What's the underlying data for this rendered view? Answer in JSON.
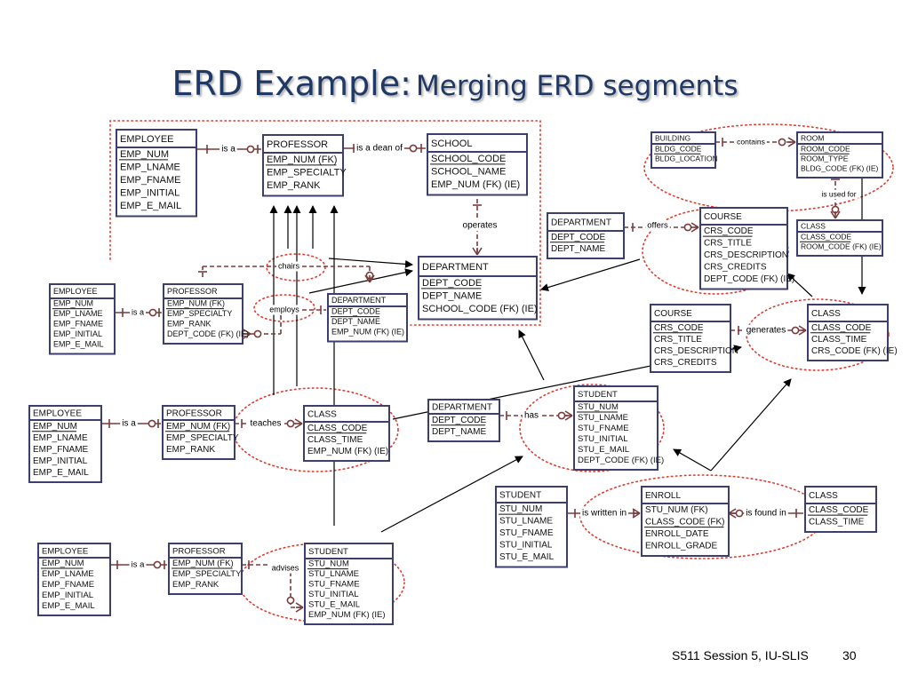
{
  "title": {
    "main": "ERD Example:",
    "sub": "Merging ERD segments"
  },
  "footer": {
    "source": "S511 Session 5, IU-SLIS",
    "page": "30"
  },
  "colors": {
    "entity_border": "#3c3f6e",
    "relationship": "#7a3b3b",
    "ellipse": "#e03a2e",
    "title": "#1f3864"
  },
  "entities": [
    {
      "id": "e_emp_top",
      "name": "EMPLOYEE",
      "attrs": [
        "EMP_NUM",
        "EMP_LNAME",
        "EMP_FNAME",
        "EMP_INITIAL",
        "EMP_E_MAIL"
      ],
      "pk": 1
    },
    {
      "id": "e_prof_top",
      "name": "PROFESSOR",
      "attrs": [
        "EMP_NUM (FK)",
        "EMP_SPECIALTY",
        "EMP_RANK"
      ],
      "pk": 1
    },
    {
      "id": "e_school",
      "name": "SCHOOL",
      "attrs": [
        "SCHOOL_CODE",
        "SCHOOL_NAME",
        "EMP_NUM (FK) (IE)"
      ],
      "pk": 1
    },
    {
      "id": "e_dept_main",
      "name": "DEPARTMENT",
      "attrs": [
        "DEPT_CODE",
        "DEPT_NAME",
        "SCHOOL_CODE (FK) (IE)"
      ],
      "pk": 1
    },
    {
      "id": "e_emp_2",
      "name": "EMPLOYEE",
      "attrs": [
        "EMP_NUM",
        "EMP_LNAME",
        "EMP_FNAME",
        "EMP_INITIAL",
        "EMP_E_MAIL"
      ],
      "pk": 1
    },
    {
      "id": "e_prof_2",
      "name": "PROFESSOR",
      "attrs": [
        "EMP_NUM (FK)",
        "EMP_SPECIALTY",
        "EMP_RANK",
        "DEPT_CODE (FK) (IE)"
      ],
      "pk": 1
    },
    {
      "id": "e_dept_small",
      "name": "DEPARTMENT",
      "attrs": [
        "DEPT_CODE",
        "DEPT_NAME",
        "EMP_NUM (FK) (IE)"
      ],
      "pk": 1
    },
    {
      "id": "e_emp_3",
      "name": "EMPLOYEE",
      "attrs": [
        "EMP_NUM",
        "EMP_LNAME",
        "EMP_FNAME",
        "EMP_INITIAL",
        "EMP_E_MAIL"
      ],
      "pk": 1
    },
    {
      "id": "e_prof_3",
      "name": "PROFESSOR",
      "attrs": [
        "EMP_NUM (FK)",
        "EMP_SPECIALTY",
        "EMP_RANK"
      ],
      "pk": 1
    },
    {
      "id": "e_class_3",
      "name": "CLASS",
      "attrs": [
        "CLASS_CODE",
        "CLASS_TIME",
        "EMP_NUM (FK) (IE)"
      ],
      "pk": 1
    },
    {
      "id": "e_emp_4",
      "name": "EMPLOYEE",
      "attrs": [
        "EMP_NUM",
        "EMP_LNAME",
        "EMP_FNAME",
        "EMP_INITIAL",
        "EMP_E_MAIL"
      ],
      "pk": 1
    },
    {
      "id": "e_prof_4",
      "name": "PROFESSOR",
      "attrs": [
        "EMP_NUM (FK)",
        "EMP_SPECIALTY",
        "EMP_RANK"
      ],
      "pk": 1
    },
    {
      "id": "e_student_4",
      "name": "STUDENT",
      "attrs": [
        "STU_NUM",
        "STU_LNAME",
        "STU_FNAME",
        "STU_INITIAL",
        "STU_E_MAIL",
        "EMP_NUM (FK) (IE)"
      ],
      "pk": 1
    },
    {
      "id": "e_building",
      "name": "BUILDING",
      "attrs": [
        "BLDG_CODE",
        "BLDG_LOCATION"
      ],
      "pk": 1
    },
    {
      "id": "e_room",
      "name": "ROOM",
      "attrs": [
        "ROOM_CODE",
        "ROOM_TYPE",
        "BLDG_CODE (FK) (IE)"
      ],
      "pk": 1
    },
    {
      "id": "e_class_r",
      "name": "CLASS",
      "attrs": [
        "CLASS_CODE",
        "ROOM_CODE (FK) (IE)"
      ],
      "pk": 1
    },
    {
      "id": "e_dept_r",
      "name": "DEPARTMENT",
      "attrs": [
        "DEPT_CODE",
        "DEPT_NAME"
      ],
      "pk": 1
    },
    {
      "id": "e_course_r",
      "name": "COURSE",
      "attrs": [
        "CRS_CODE",
        "CRS_TITLE",
        "CRS_DESCRIPTION",
        "CRS_CREDITS",
        "DEPT_CODE (FK) (IE)"
      ],
      "pk": 1
    },
    {
      "id": "e_course_m",
      "name": "COURSE",
      "attrs": [
        "CRS_CODE",
        "CRS_TITLE",
        "CRS_DESCRIPTION",
        "CRS_CREDITS"
      ],
      "pk": 1
    },
    {
      "id": "e_class_m",
      "name": "CLASS",
      "attrs": [
        "CLASS_CODE",
        "CLASS_TIME",
        "CRS_CODE (FK) (IE)"
      ],
      "pk": 1
    },
    {
      "id": "e_dept_m",
      "name": "DEPARTMENT",
      "attrs": [
        "DEPT_CODE",
        "DEPT_NAME"
      ],
      "pk": 1
    },
    {
      "id": "e_student_m",
      "name": "STUDENT",
      "attrs": [
        "STU_NUM",
        "STU_LNAME",
        "STU_FNAME",
        "STU_INITIAL",
        "STU_E_MAIL",
        "DEPT_CODE (FK) (IE)"
      ],
      "pk": 1
    },
    {
      "id": "e_student_b",
      "name": "STUDENT",
      "attrs": [
        "STU_NUM",
        "STU_LNAME",
        "STU_FNAME",
        "STU_INITIAL",
        "STU_E_MAIL"
      ],
      "pk": 1
    },
    {
      "id": "e_enroll",
      "name": "ENROLL",
      "attrs": [
        "STU_NUM (FK)",
        "CLASS_CODE (FK)",
        "ENROLL_DATE",
        "ENROLL_GRADE"
      ],
      "pk": 2
    },
    {
      "id": "e_class_b",
      "name": "CLASS",
      "attrs": [
        "CLASS_CODE",
        "CLASS_TIME"
      ],
      "pk": 1
    }
  ],
  "relationships": [
    {
      "id": "r_isa_1",
      "label": "is a"
    },
    {
      "id": "r_dean",
      "label": "is a dean of"
    },
    {
      "id": "r_operates",
      "label": "operates"
    },
    {
      "id": "r_chairs",
      "label": "chairs"
    },
    {
      "id": "r_employs",
      "label": "employs"
    },
    {
      "id": "r_isa_2",
      "label": "is a"
    },
    {
      "id": "r_isa_3",
      "label": "is a"
    },
    {
      "id": "r_teaches",
      "label": "teaches"
    },
    {
      "id": "r_isa_4",
      "label": "is a"
    },
    {
      "id": "r_advises",
      "label": "advises"
    },
    {
      "id": "r_contains",
      "label": "contains"
    },
    {
      "id": "r_used_for",
      "label": "is used for"
    },
    {
      "id": "r_offers",
      "label": "offers"
    },
    {
      "id": "r_generates",
      "label": "generates"
    },
    {
      "id": "r_has",
      "label": "has"
    },
    {
      "id": "r_written_in",
      "label": "is written in"
    },
    {
      "id": "r_found_in",
      "label": "is found in"
    }
  ]
}
